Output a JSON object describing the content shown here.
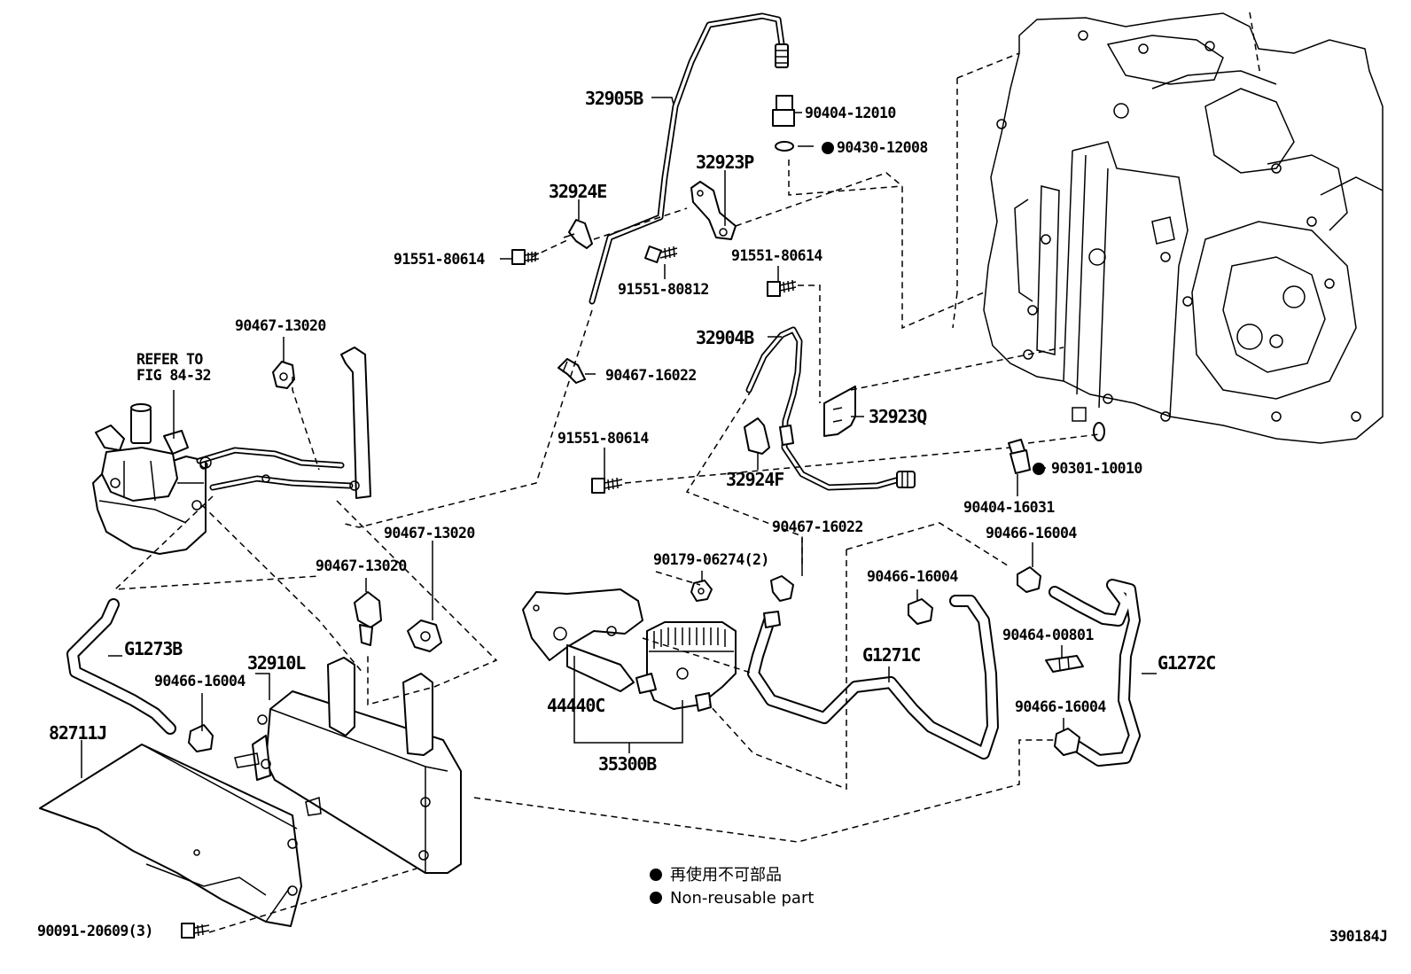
{
  "diagram_id": "390184J",
  "refer_to": {
    "line1": "REFER TO",
    "line2": "FIG 84-32"
  },
  "labels": {
    "p32905B": "32905B",
    "p90404_12010": "90404-12010",
    "p90430_12008": "90430-12008",
    "p32923P": "32923P",
    "p32924E": "32924E",
    "p91551_80614_a": "91551-80614",
    "p91551_80812": "91551-80812",
    "p91551_80614_b": "91551-80614",
    "p32904B": "32904B",
    "p90467_16022_a": "90467-16022",
    "p32923Q": "32923Q",
    "p91551_80614_c": "91551-80614",
    "p32924F": "32924F",
    "p90301_10010": "90301-10010",
    "p90404_16031": "90404-16031",
    "p90467_13020_a": "90467-13020",
    "p90467_13020_b": "90467-13020",
    "p90467_13020_c": "90467-13020",
    "p90467_16022_b": "90467-16022",
    "p90179_06274": "90179-06274(2)",
    "p90466_16004_a": "90466-16004",
    "p90466_16004_b": "90466-16004",
    "p90466_16004_c": "90466-16004",
    "p90466_16004_d": "90466-16004",
    "pG1273B": "G1273B",
    "p32910L": "32910L",
    "p82711J": "82711J",
    "p44440C": "44440C",
    "p35300B": "35300B",
    "pG1271C": "G1271C",
    "p90464_00801": "90464-00801",
    "pG1272C": "G1272C",
    "p90091_20609": "90091-20609(3)"
  },
  "legend": {
    "ja": "再使用不可部品",
    "en": "Non-reusable part"
  }
}
